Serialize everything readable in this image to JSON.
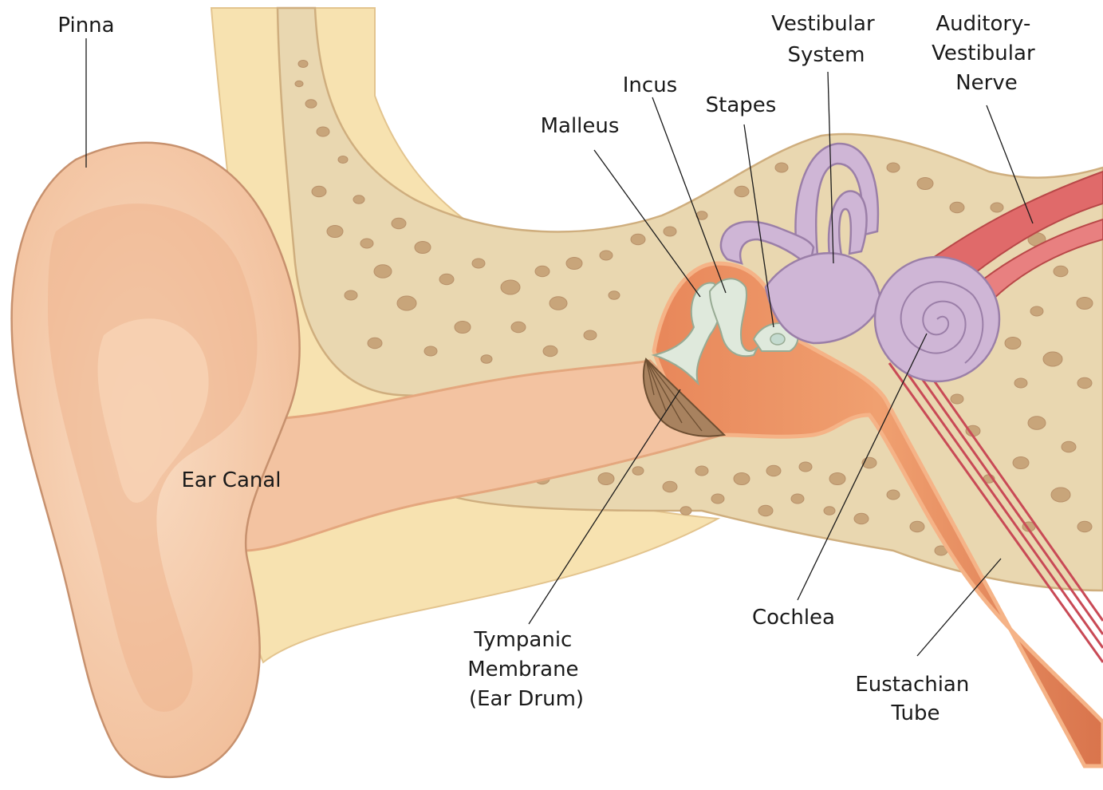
{
  "labels": {
    "pinna": "Pinna",
    "ear_canal": "Ear Canal",
    "malleus": "Malleus",
    "incus": "Incus",
    "stapes": "Stapes",
    "vestibular_system": [
      "Vestibular",
      "System"
    ],
    "auditory_vestibular_nerve": [
      "Auditory-",
      "Vestibular",
      "Nerve"
    ],
    "cochlea": "Cochlea",
    "tympanic_membrane": [
      "Tympanic",
      "Membrane",
      "(Ear Drum)"
    ],
    "eustachian_tube": [
      "Eustachian",
      "Tube"
    ]
  },
  "colors": {
    "skin": "#f5c9a6",
    "skin_shade": "#e9aa84",
    "skin_outline": "#c7916e",
    "bone": "#e9d7b0",
    "bone_outline": "#cfae7e",
    "bone_cavity": "#c8a57a",
    "cartilage": "#f7e2b0",
    "middle_ear": "#e8875a",
    "ossicle": "#dfe9dc",
    "inner_ear": "#cfb6d6",
    "inner_ear_outline": "#9b7fa8",
    "nerve": "#e06a6a",
    "eardrum": "#a8825f",
    "line": "#1a1a1a"
  }
}
